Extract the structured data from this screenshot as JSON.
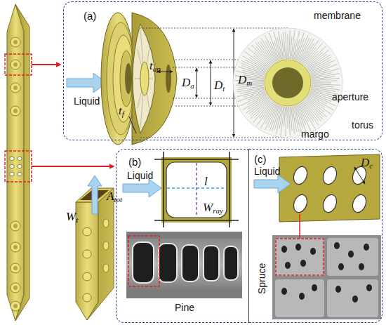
{
  "diagram": {
    "nodes": [
      {
        "text": [
          "(a)",
          "Liquid",
          "membrane",
          "tap",
          "Da",
          "Dt",
          "Dm",
          "aperture",
          "torus",
          "margo",
          "tf"
        ]
      },
      {
        "text": [
          "(b)",
          "Liquid",
          "l",
          "Wray",
          "Pine"
        ]
      },
      {
        "text": [
          "(c)",
          "Liquid",
          "Dc",
          "Spruce"
        ]
      }
    ],
    "labels": [
      "Atot",
      "Wt"
    ]
  }
}
